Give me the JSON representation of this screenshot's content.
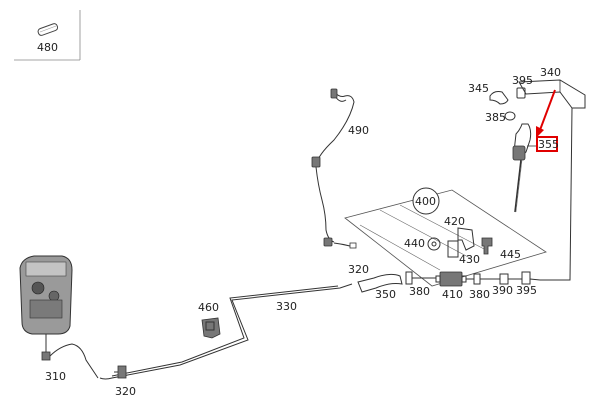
{
  "parts": {
    "p480": "480",
    "p490": "490",
    "p340": "340",
    "p345": "345",
    "p395a": "395",
    "p385": "385",
    "p355": "355",
    "p400": "400",
    "p420": "420",
    "p440": "440",
    "p430": "430",
    "p445": "445",
    "p320a": "320",
    "p350": "350",
    "p380a": "380",
    "p410": "410",
    "p380b": "380",
    "p390": "390",
    "p395b": "395",
    "p460": "460",
    "p330": "330",
    "p310": "310",
    "p320b": "320"
  },
  "highlight_color": "#e00000"
}
